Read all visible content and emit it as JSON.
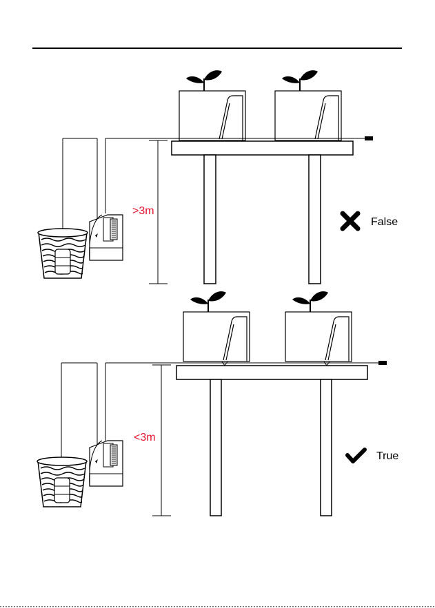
{
  "colors": {
    "line": "#000000",
    "measurement_text": "#e8112d",
    "background": "#ffffff"
  },
  "panels": [
    {
      "height_label": ">3m",
      "verdict_icon": "cross-icon",
      "verdict_label": "False"
    },
    {
      "height_label": "<3m",
      "verdict_icon": "check-icon",
      "verdict_label": "True"
    }
  ]
}
